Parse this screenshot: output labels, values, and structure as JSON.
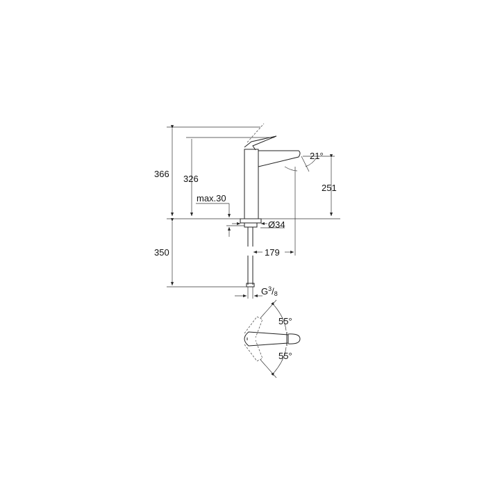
{
  "dimensions": {
    "total_height": "366",
    "handle_height": "326",
    "spout_height": "251",
    "counter_thickness": "max.30",
    "hole_diameter": "Ø34",
    "projection": "179",
    "hose_length": "350",
    "connection_prefix": "G",
    "connection_num": "3",
    "connection_den": "8",
    "spout_angle": "21°",
    "swing_angle_top": "55°",
    "swing_angle_bottom": "55°"
  }
}
